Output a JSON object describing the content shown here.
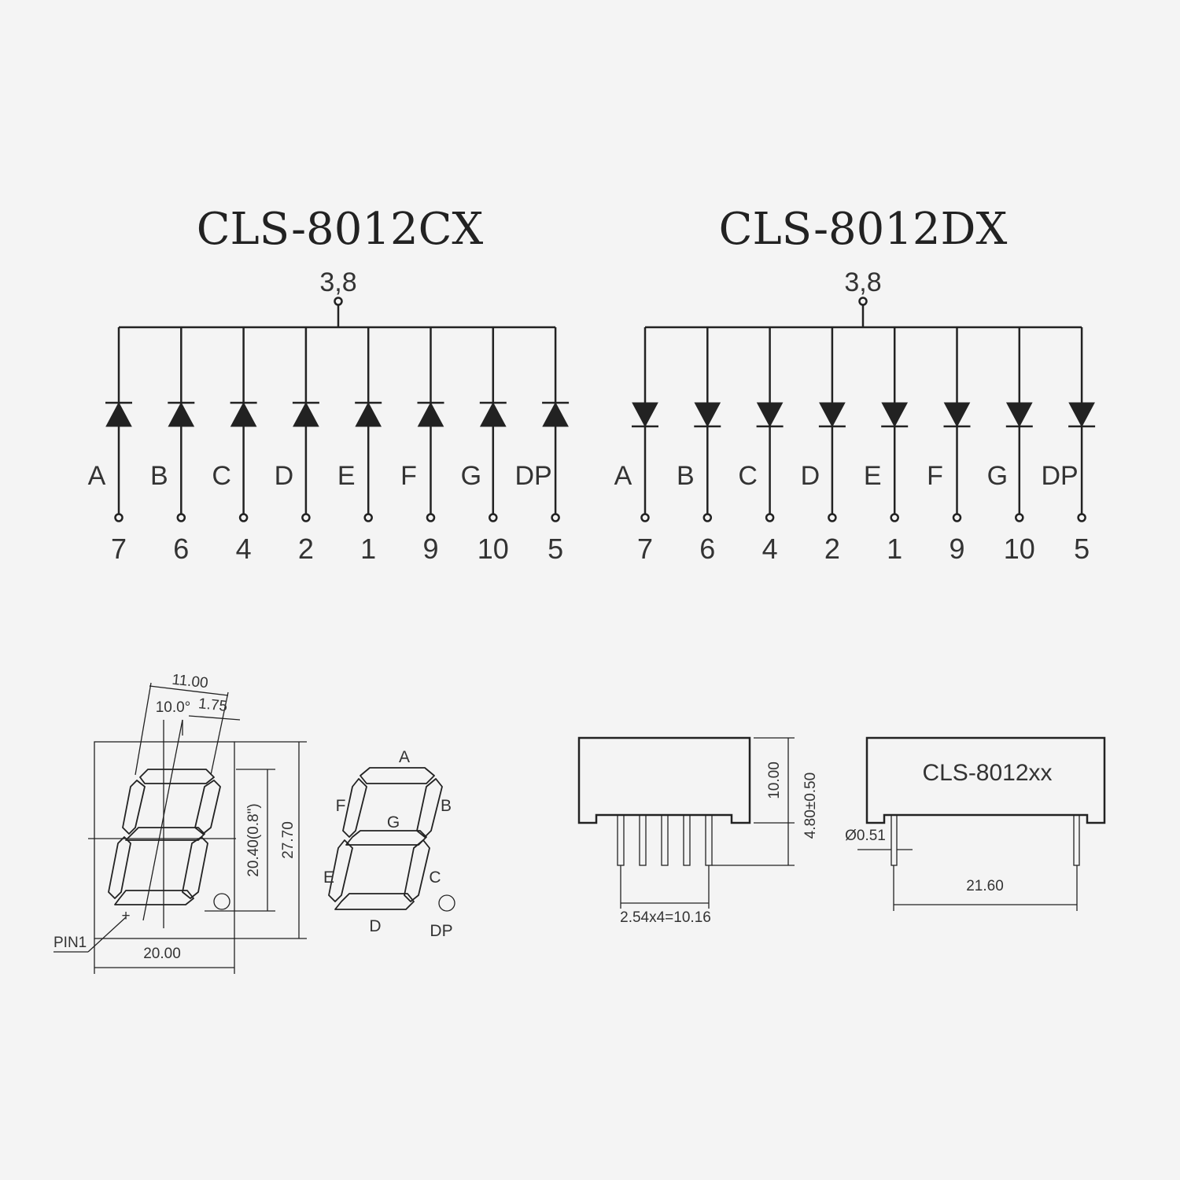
{
  "schematics": [
    {
      "title": "CLS-8012CX",
      "common_pin": "3,8",
      "diode_direction": "anode-common",
      "segments": [
        "A",
        "B",
        "C",
        "D",
        "E",
        "F",
        "G",
        "DP"
      ],
      "pins": [
        "7",
        "6",
        "4",
        "2",
        "1",
        "9",
        "10",
        "5"
      ]
    },
    {
      "title": "CLS-8012DX",
      "common_pin": "3,8",
      "diode_direction": "cathode-common",
      "segments": [
        "A",
        "B",
        "C",
        "D",
        "E",
        "F",
        "G",
        "DP"
      ],
      "pins": [
        "7",
        "6",
        "4",
        "2",
        "1",
        "9",
        "10",
        "5"
      ]
    }
  ],
  "front_view": {
    "dim_top": "11.00",
    "dim_angle": "10.0°",
    "dim_offset": "1.75",
    "dim_digit_height": "20.40(0.8\")",
    "dim_height": "27.70",
    "dim_width": "20.00",
    "pin1_label": "PIN1"
  },
  "segment_map": {
    "labels": {
      "a": "A",
      "b": "B",
      "c": "C",
      "d": "D",
      "e": "E",
      "f": "F",
      "g": "G",
      "dp": "DP"
    }
  },
  "side_view": {
    "dim_body_height": "10.00",
    "dim_pin_length": "4.80±0.50",
    "dim_pitch": "2.54x4=10.16"
  },
  "back_view": {
    "marking": "CLS-8012xx",
    "dim_pin_diameter": "Ø0.51",
    "dim_pin_span": "21.60"
  },
  "colors": {
    "background": "#f4f4f4",
    "line": "#222222"
  }
}
